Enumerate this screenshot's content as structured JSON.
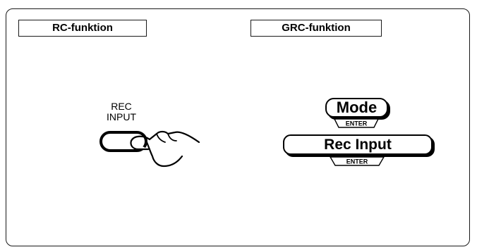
{
  "rc_section": {
    "label": "RC-funktion",
    "caption_line1": "REC",
    "caption_line2": "INPUT"
  },
  "grc_section": {
    "label": "GRC-funktion",
    "mode_button": "Mode",
    "rec_input_button": "Rec Input",
    "enter_label": "ENTER"
  }
}
